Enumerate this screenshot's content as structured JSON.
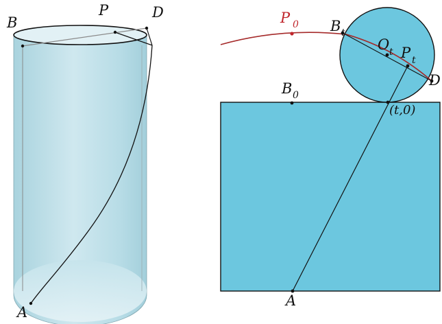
{
  "left_figure": {
    "labels": {
      "B": "B",
      "P": "P",
      "D": "D",
      "A": "A"
    }
  },
  "right_figure": {
    "labels": {
      "P0_main": "P",
      "P0_sub": "0",
      "B_main": "B",
      "B_sub": "t",
      "O_main": "O",
      "O_sub": "t",
      "Pt_main": "P",
      "Pt_sub": "t",
      "D": "D",
      "B0_main": "B",
      "B0_sub": "0",
      "tangent": "(t,0)",
      "A": "A"
    },
    "colors": {
      "fill": "#6cc7df",
      "curve": "#a52a2a",
      "p0_label": "#c0262c"
    }
  }
}
